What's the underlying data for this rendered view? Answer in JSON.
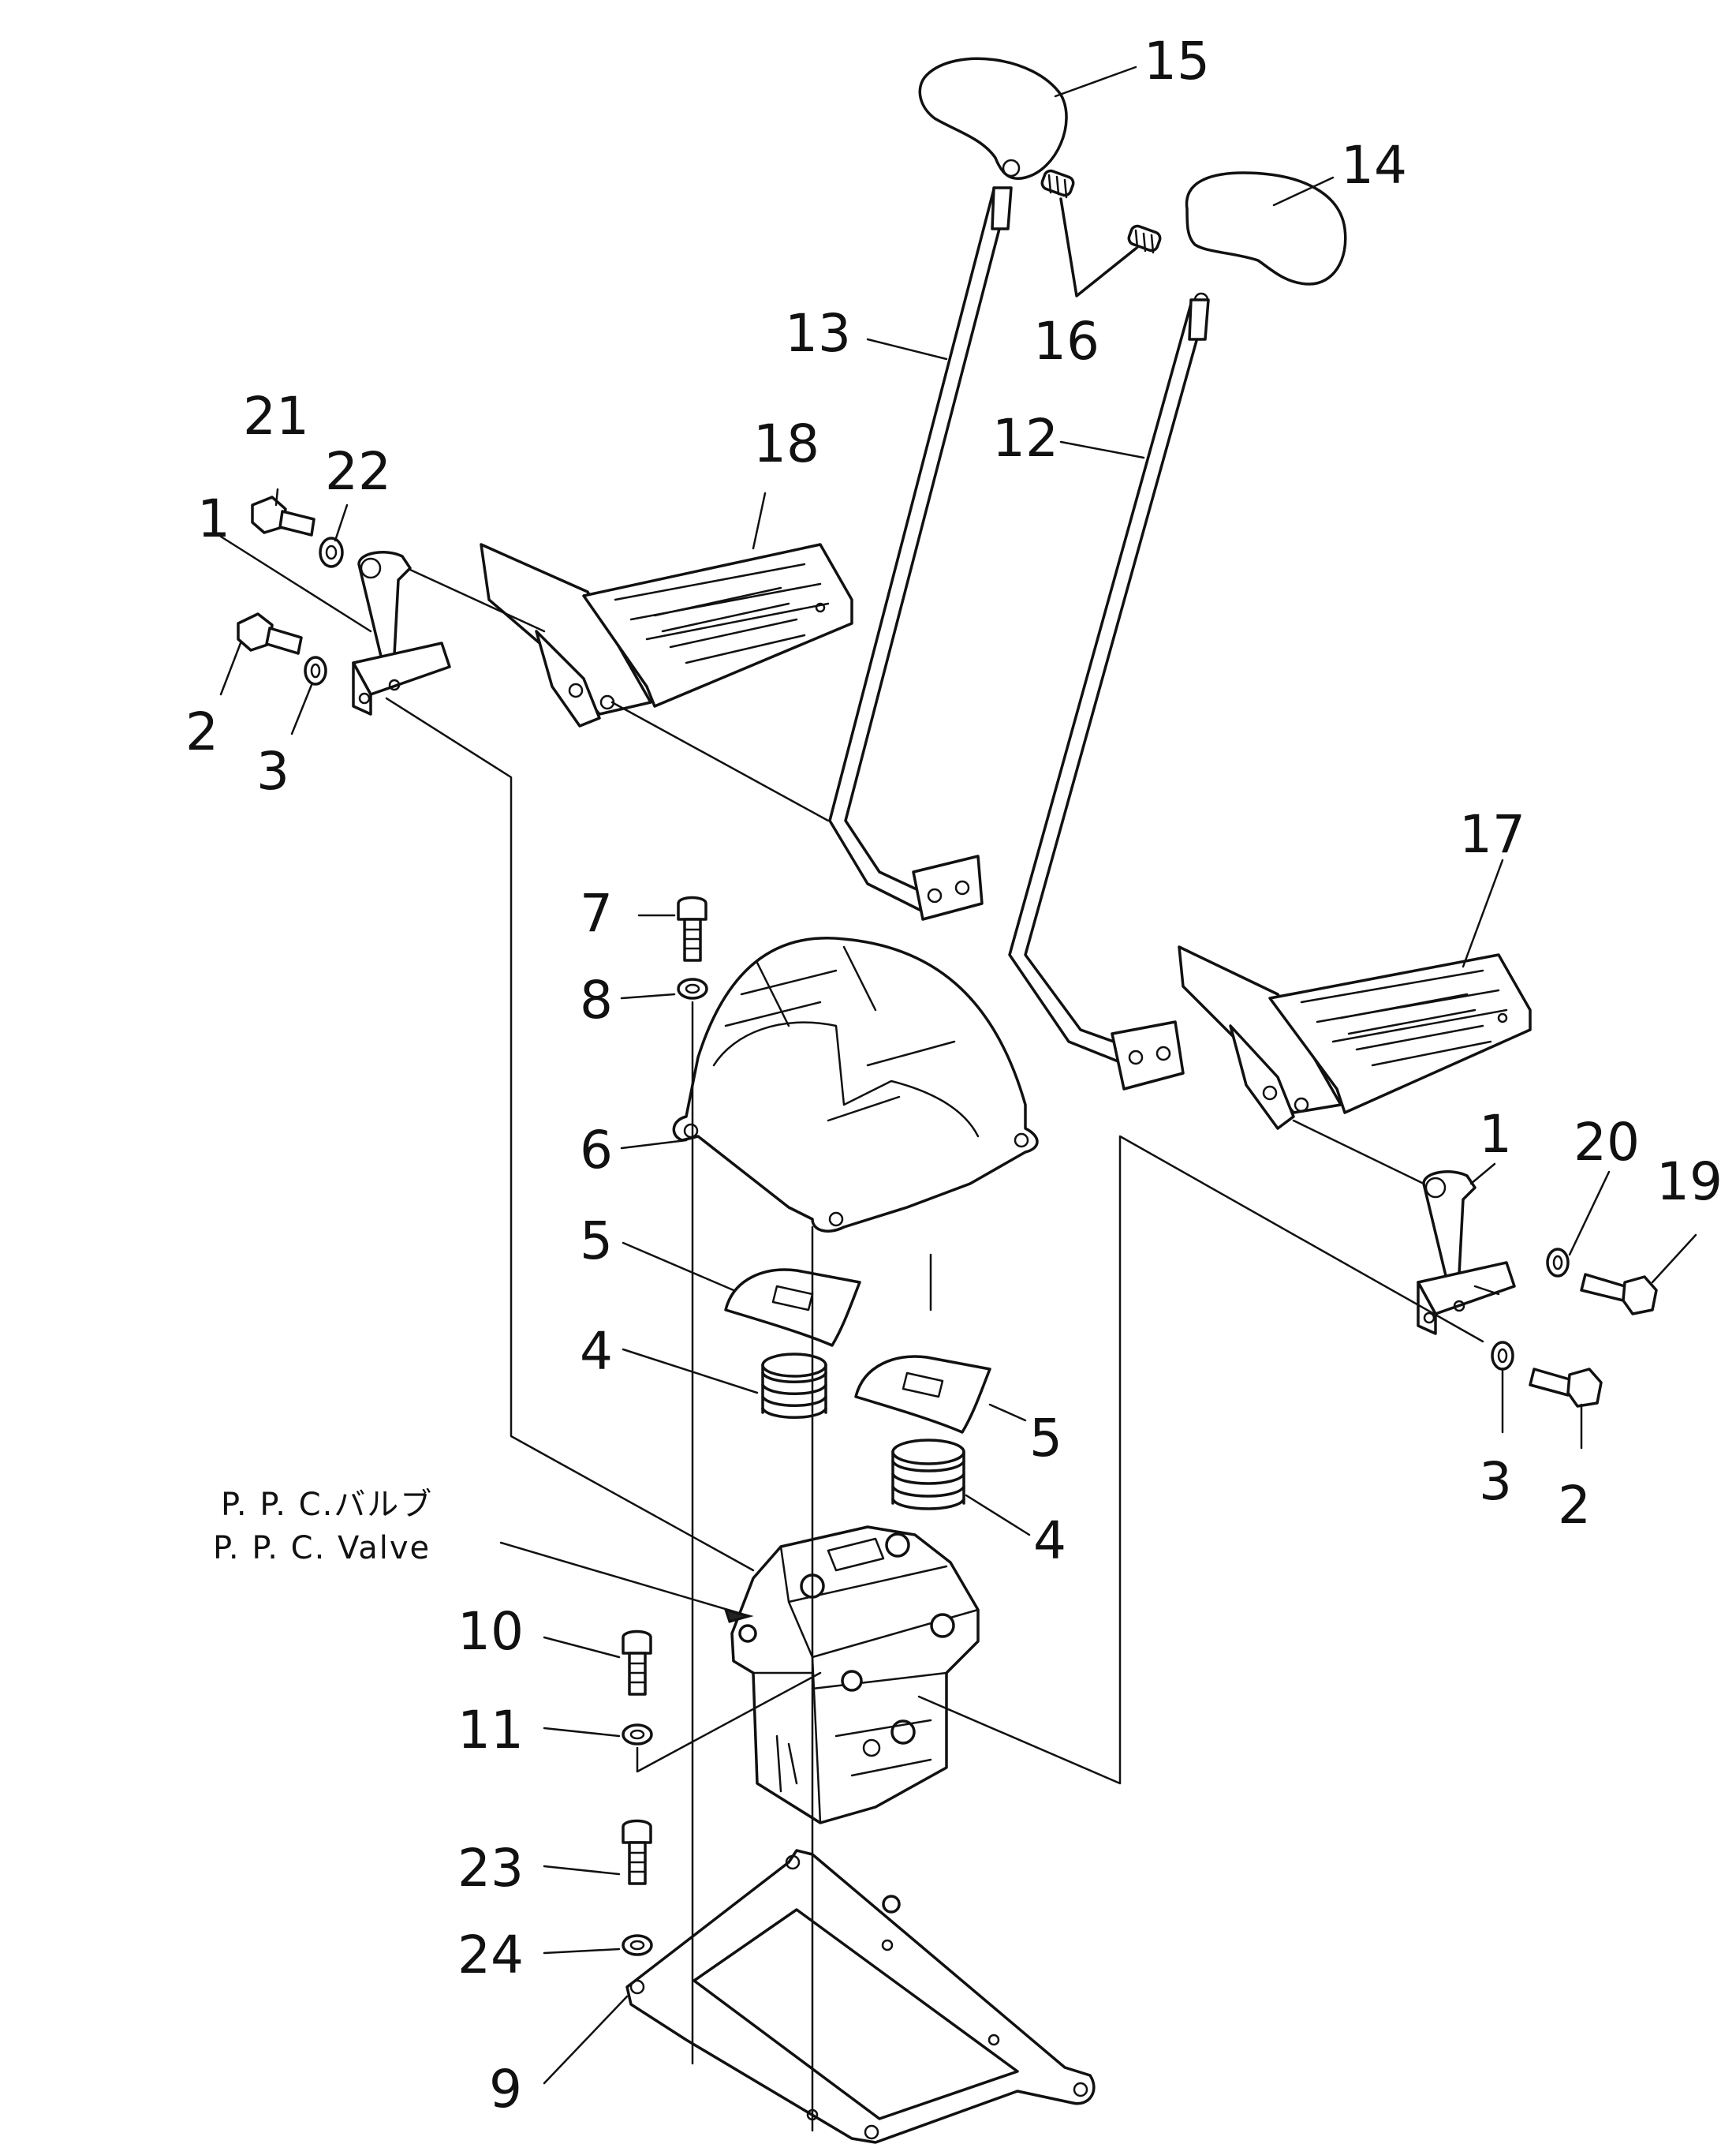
{
  "labels": {
    "l1_left": "1",
    "l1_right": "1",
    "l2_left": "2",
    "l2_right": "2",
    "l3_left": "3",
    "l3_right": "3",
    "l4_left": "4",
    "l4_right": "4",
    "l5_left": "5",
    "l5_right": "5",
    "l6": "6",
    "l7": "7",
    "l8": "8",
    "l9": "9",
    "l10": "10",
    "l11": "11",
    "l12": "12",
    "l13": "13",
    "l14": "14",
    "l15": "15",
    "l16": "16",
    "l17": "17",
    "l18": "18",
    "l19": "19",
    "l20": "20",
    "l21": "21",
    "l22": "22",
    "l23": "23",
    "l24": "24"
  },
  "caption": {
    "line1": "P. P. C.バルブ",
    "line2": "P. P. C. Valve"
  }
}
